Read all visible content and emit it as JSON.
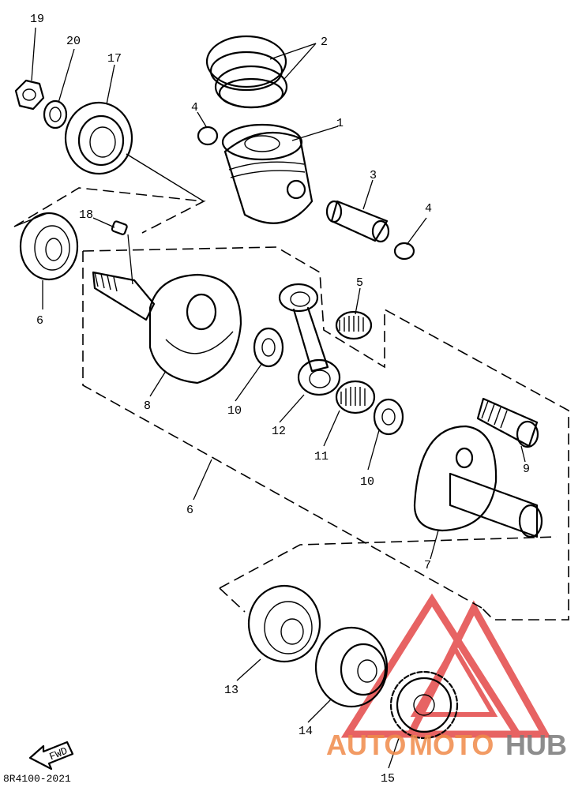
{
  "diagram": {
    "labels": {
      "p1": "1",
      "p2": "2",
      "p3": "3",
      "p4a": "4",
      "p4b": "4",
      "p5": "5",
      "p6a": "6",
      "p6b": "6",
      "p7": "7",
      "p8": "8",
      "p9": "9",
      "p10a": "10",
      "p10b": "10",
      "p11": "11",
      "p12": "12",
      "p13": "13",
      "p14": "14",
      "p15": "15",
      "p17": "17",
      "p18": "18",
      "p19": "19",
      "p20": "20"
    },
    "fwd_label": "FWD",
    "drawing_code": "8R4100-2021"
  },
  "watermark": {
    "part1": "AUTO",
    "part2": "MOTO",
    "part3": "HUB",
    "color_primary": "#f08a4a",
    "color_secondary": "#7a7a7a",
    "logo_color": "#e03030"
  }
}
